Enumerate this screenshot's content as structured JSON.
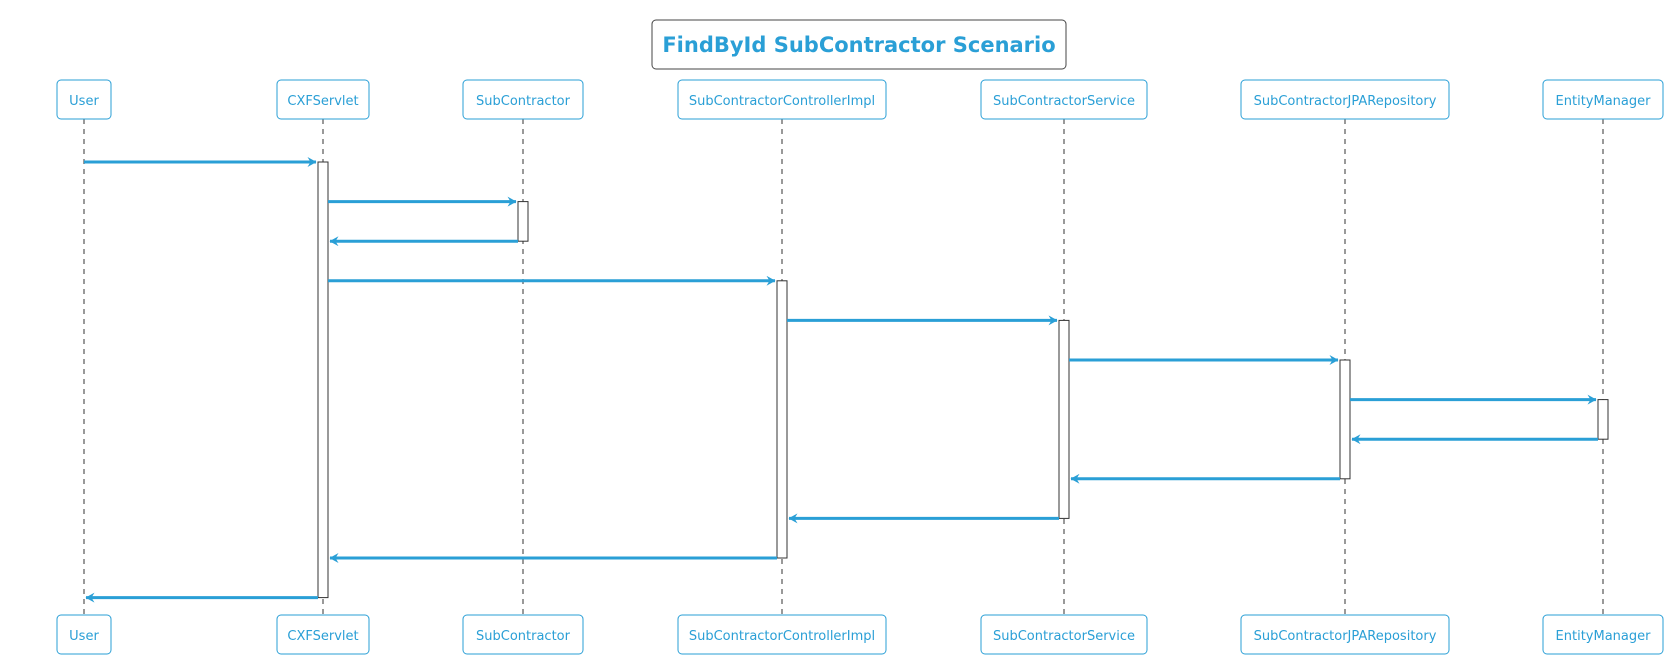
{
  "diagram": {
    "title": "FindById SubContractor Scenario",
    "colors": {
      "accent": "#2a9fd6",
      "line": "#333333",
      "title_border": "#444444"
    },
    "participants": [
      {
        "id": "user",
        "label": "User"
      },
      {
        "id": "cxf",
        "label": "CXFServlet"
      },
      {
        "id": "sub",
        "label": "SubContractor"
      },
      {
        "id": "ctrl",
        "label": "SubContractorControllerImpl"
      },
      {
        "id": "svc",
        "label": "SubContractorService"
      },
      {
        "id": "repo",
        "label": "SubContractorJPARepository"
      },
      {
        "id": "em",
        "label": "EntityManager"
      }
    ],
    "messages": [
      {
        "from": "user",
        "to": "cxf"
      },
      {
        "from": "cxf",
        "to": "sub"
      },
      {
        "from": "sub",
        "to": "cxf"
      },
      {
        "from": "cxf",
        "to": "ctrl"
      },
      {
        "from": "ctrl",
        "to": "svc"
      },
      {
        "from": "svc",
        "to": "repo"
      },
      {
        "from": "repo",
        "to": "em"
      },
      {
        "from": "em",
        "to": "repo"
      },
      {
        "from": "repo",
        "to": "svc"
      },
      {
        "from": "svc",
        "to": "ctrl"
      },
      {
        "from": "ctrl",
        "to": "cxf"
      },
      {
        "from": "cxf",
        "to": "user"
      }
    ],
    "activations": [
      {
        "participant": "cxf",
        "from_message": 0,
        "to_message": 11
      },
      {
        "participant": "sub",
        "from_message": 1,
        "to_message": 2
      },
      {
        "participant": "ctrl",
        "from_message": 3,
        "to_message": 10
      },
      {
        "participant": "svc",
        "from_message": 4,
        "to_message": 9
      },
      {
        "participant": "repo",
        "from_message": 5,
        "to_message": 8
      },
      {
        "participant": "em",
        "from_message": 6,
        "to_message": 7
      }
    ]
  }
}
